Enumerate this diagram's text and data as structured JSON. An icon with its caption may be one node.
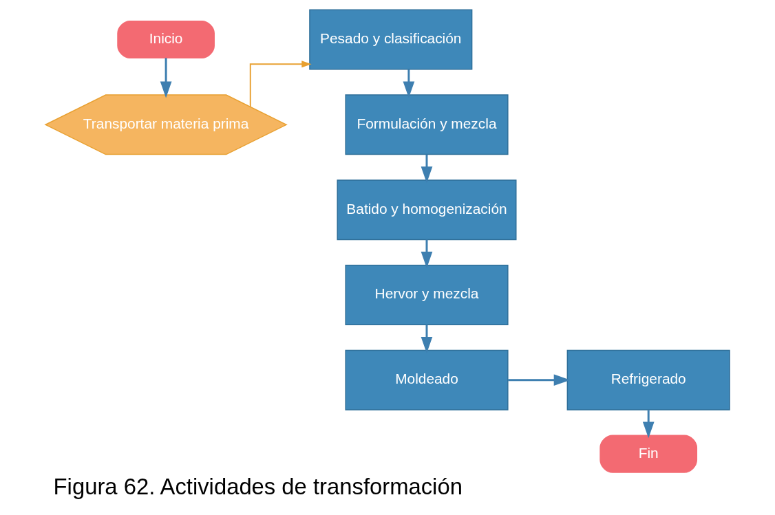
{
  "diagram": {
    "caption": "Figura 62. Actividades de transformación",
    "nodes": [
      {
        "text": [
          "Inicio"
        ]
      },
      {
        "text": [
          "Transportar materia prima"
        ]
      },
      {
        "text": [
          "Pesado y clasificación"
        ]
      },
      {
        "text": [
          "Formulación y mezcla"
        ]
      },
      {
        "text": [
          "Batido y homogenización"
        ]
      },
      {
        "text": [
          "Hervor y mezcla"
        ]
      },
      {
        "text": [
          "Moldeado"
        ]
      },
      {
        "text": [
          "Refrigerado"
        ]
      },
      {
        "text": [
          "Fin"
        ]
      }
    ],
    "edges": [
      {
        "from": 0,
        "to": 1,
        "arrow": "to"
      },
      {
        "from": 1,
        "to": 2,
        "arrow": "to",
        "color": "#e8a030"
      },
      {
        "from": 2,
        "to": 3,
        "arrow": "to"
      },
      {
        "from": 3,
        "to": 4,
        "arrow": "to"
      },
      {
        "from": 4,
        "to": 5,
        "arrow": "to"
      },
      {
        "from": 5,
        "to": 6,
        "arrow": "to"
      },
      {
        "from": 6,
        "to": 7,
        "arrow": "to"
      },
      {
        "from": 7,
        "to": 8,
        "arrow": "to"
      }
    ]
  }
}
